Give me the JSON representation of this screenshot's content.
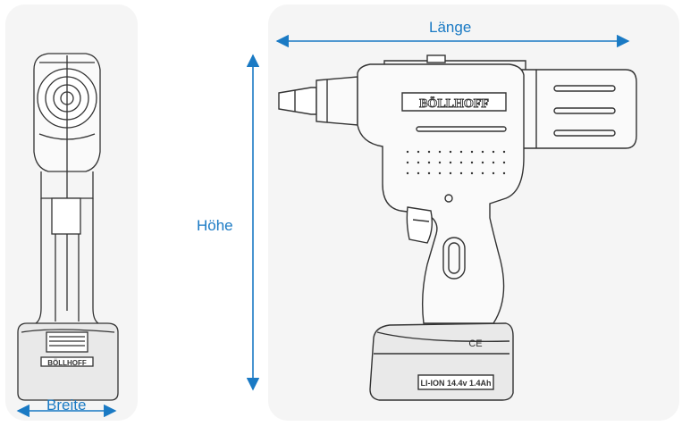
{
  "dimensions": {
    "length_label": "Länge",
    "height_label": "Höhe",
    "width_label": "Breite"
  },
  "tool": {
    "brand": "BÖLLHOFF",
    "battery_label": "LI-ION 14.4v 1.4Ah",
    "ce_mark": "CE"
  },
  "colors": {
    "dimension_arrow": "#1a7ac4",
    "line_art": "#333333",
    "panel_background": "#f5f5f5"
  }
}
